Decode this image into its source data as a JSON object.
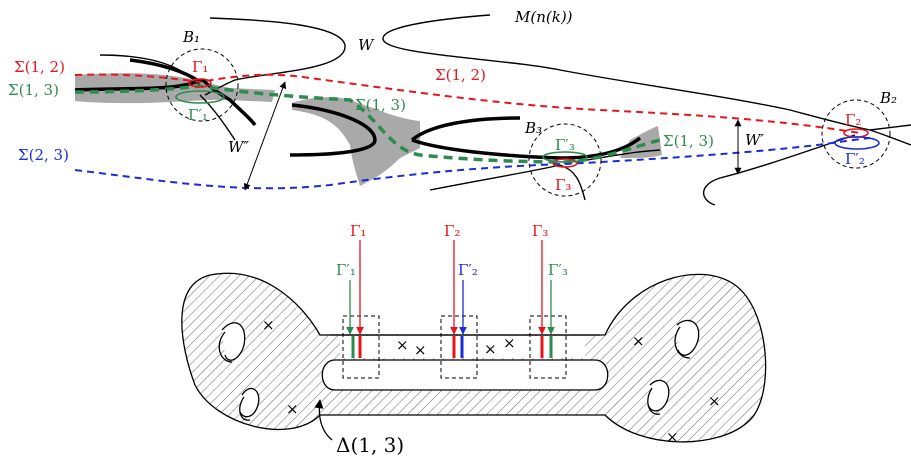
{
  "colors": {
    "red": "#e8141c",
    "green": "#2e8b4e",
    "blue": "#1a2bd8",
    "gray": "#a9a9a9",
    "black": "#000000"
  },
  "top": {
    "M": "M(n(k))",
    "W": "W",
    "W_double": "W″",
    "W_prime": "W′",
    "B1": "B₁",
    "B2": "B₂",
    "B3": "B₃",
    "sigma12_left": "Σ(1, 2)",
    "sigma13_left": "Σ(1, 3)",
    "sigma23_left": "Σ(2, 3)",
    "sigma12_mid": "Σ(1, 2)",
    "sigma13_mid": "Σ(1, 3)",
    "sigma13_right": "Σ(1, 3)",
    "gamma1": "Γ₁",
    "gamma1p": "Γ′₁",
    "gamma2": "Γ₂",
    "gamma2p": "Γ′₂",
    "gamma3": "Γ₃",
    "gamma3p": "Γ′₃"
  },
  "bottom": {
    "gamma1": "Γ₁",
    "gamma1p": "Γ′₁",
    "gamma2": "Γ₂",
    "gamma2p": "Γ′₂",
    "gamma3": "Γ₃",
    "gamma3p": "Γ′₃",
    "delta": "Δ(1, 3)",
    "cross": "×"
  }
}
